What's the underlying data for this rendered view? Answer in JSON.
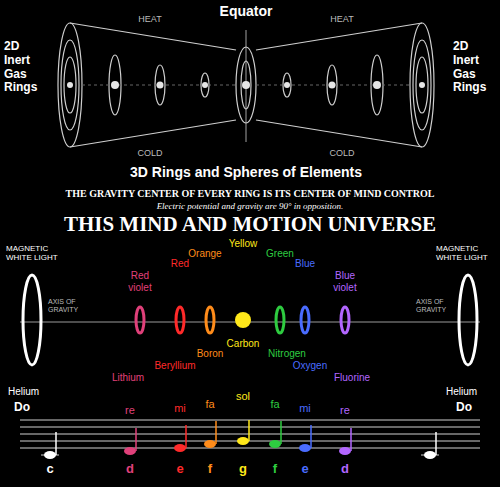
{
  "diagram": {
    "title": "THIS MIND AND MOTION UNIVERSE",
    "labels": [
      "Equator",
      "2D Inert Gas Rings",
      "2D Inert Gas Rings",
      "HEAT",
      "HEAT",
      "COLD",
      "COLD",
      "3D Rings and Spheres of Elements",
      "THE GRAVITY CENTER OF EVERY RING IS ITS CENTER OF MIND CONTROL",
      "Electric potential and gravity are 90° in opposition.",
      "MAGNETIC WHITE LIGHT",
      "MAGNETIC WHITE LIGHT",
      "Yellow",
      "Orange",
      "Green",
      "Red",
      "Blue",
      "Red violet",
      "Blue violet",
      "AXIS OF GRAVITY",
      "AXIS OF GRAVITY",
      "Carbon",
      "Boron",
      "Nitrogen",
      "Beryllium",
      "Oxygen",
      "Lithium",
      "Fluorine",
      "Helium",
      "Helium",
      "Do",
      "Do",
      "re",
      "mi",
      "fa",
      "sol",
      "fa",
      "mi",
      "re",
      "c",
      "d",
      "e",
      "f",
      "g",
      "f",
      "e",
      "d"
    ]
  }
}
